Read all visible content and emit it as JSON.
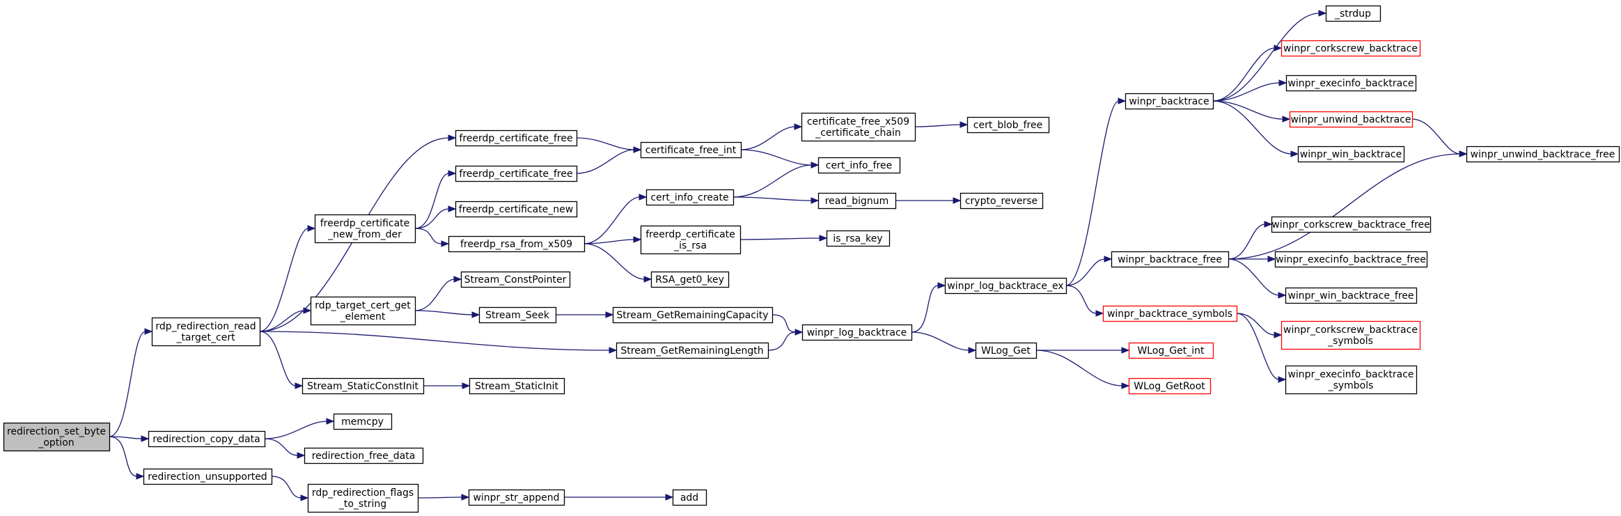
{
  "graph": {
    "colors": {
      "edge": "#191970",
      "node_border": "#000000",
      "node_border_missing": "#ff0000",
      "root_fill": "#bfbfbf",
      "background": "#ffffff"
    },
    "nodes": [
      {
        "id": "redirection_set_byte_option",
        "lines": [
          "redirection_set_byte",
          "_option"
        ],
        "kind": "root"
      },
      {
        "id": "rdp_redirection_read_target_cert",
        "lines": [
          "rdp_redirection_read",
          "_target_cert"
        ],
        "kind": "normal"
      },
      {
        "id": "redirection_copy_data",
        "lines": [
          "redirection_copy_data"
        ],
        "kind": "normal"
      },
      {
        "id": "redirection_unsupported",
        "lines": [
          "redirection_unsupported"
        ],
        "kind": "normal"
      },
      {
        "id": "freerdp_certificate_free_1",
        "lines": [
          "freerdp_certificate_free"
        ],
        "kind": "normal"
      },
      {
        "id": "freerdp_certificate_new_from_der",
        "lines": [
          "freerdp_certificate",
          "_new_from_der"
        ],
        "kind": "normal"
      },
      {
        "id": "rdp_target_cert_get_element",
        "lines": [
          "rdp_target_cert_get",
          "_element"
        ],
        "kind": "normal"
      },
      {
        "id": "stream_staticconstinit",
        "lines": [
          "Stream_StaticConstInit"
        ],
        "kind": "normal"
      },
      {
        "id": "memcpy",
        "lines": [
          "memcpy"
        ],
        "kind": "normal"
      },
      {
        "id": "redirection_free_data",
        "lines": [
          "redirection_free_data"
        ],
        "kind": "normal"
      },
      {
        "id": "rdp_redirection_flags_to_string",
        "lines": [
          "rdp_redirection_flags",
          "_to_string"
        ],
        "kind": "normal"
      },
      {
        "id": "freerdp_certificate_free_2",
        "lines": [
          "freerdp_certificate_free"
        ],
        "kind": "normal"
      },
      {
        "id": "freerdp_certificate_new",
        "lines": [
          "freerdp_certificate_new"
        ],
        "kind": "normal"
      },
      {
        "id": "freerdp_rsa_from_x509",
        "lines": [
          "freerdp_rsa_from_x509"
        ],
        "kind": "normal"
      },
      {
        "id": "stream_constpointer",
        "lines": [
          "Stream_ConstPointer"
        ],
        "kind": "normal"
      },
      {
        "id": "stream_seek",
        "lines": [
          "Stream_Seek"
        ],
        "kind": "normal"
      },
      {
        "id": "stream_staticinit",
        "lines": [
          "Stream_StaticInit"
        ],
        "kind": "normal"
      },
      {
        "id": "winpr_str_append",
        "lines": [
          "winpr_str_append"
        ],
        "kind": "normal"
      },
      {
        "id": "add",
        "lines": [
          "add"
        ],
        "kind": "normal"
      },
      {
        "id": "certificate_free_int",
        "lines": [
          "certificate_free_int"
        ],
        "kind": "normal"
      },
      {
        "id": "cert_info_create",
        "lines": [
          "cert_info_create"
        ],
        "kind": "normal"
      },
      {
        "id": "freerdp_certificate_is_rsa",
        "lines": [
          "freerdp_certificate",
          "_is_rsa"
        ],
        "kind": "normal"
      },
      {
        "id": "rsa_get0_key",
        "lines": [
          "RSA_get0_key"
        ],
        "kind": "normal"
      },
      {
        "id": "stream_getremainingcapacity",
        "lines": [
          "Stream_GetRemainingCapacity"
        ],
        "kind": "normal"
      },
      {
        "id": "stream_getremaininglength",
        "lines": [
          "Stream_GetRemainingLength"
        ],
        "kind": "normal"
      },
      {
        "id": "certificate_free_x509_certificate_chain",
        "lines": [
          "certificate_free_x509",
          "_certificate_chain"
        ],
        "kind": "normal"
      },
      {
        "id": "cert_info_free",
        "lines": [
          "cert_info_free"
        ],
        "kind": "normal"
      },
      {
        "id": "read_bignum",
        "lines": [
          "read_bignum"
        ],
        "kind": "normal"
      },
      {
        "id": "is_rsa_key",
        "lines": [
          "is_rsa_key"
        ],
        "kind": "normal"
      },
      {
        "id": "winpr_log_backtrace",
        "lines": [
          "winpr_log_backtrace"
        ],
        "kind": "normal"
      },
      {
        "id": "cert_blob_free",
        "lines": [
          "cert_blob_free"
        ],
        "kind": "normal"
      },
      {
        "id": "crypto_reverse",
        "lines": [
          "crypto_reverse"
        ],
        "kind": "normal"
      },
      {
        "id": "winpr_log_backtrace_ex",
        "lines": [
          "winpr_log_backtrace_ex"
        ],
        "kind": "normal"
      },
      {
        "id": "wlog_get",
        "lines": [
          "WLog_Get"
        ],
        "kind": "normal"
      },
      {
        "id": "winpr_backtrace",
        "lines": [
          "winpr_backtrace"
        ],
        "kind": "normal"
      },
      {
        "id": "winpr_backtrace_free",
        "lines": [
          "winpr_backtrace_free"
        ],
        "kind": "normal"
      },
      {
        "id": "winpr_backtrace_symbols",
        "lines": [
          "winpr_backtrace_symbols"
        ],
        "kind": "red"
      },
      {
        "id": "wlog_get_int",
        "lines": [
          "WLog_Get_int"
        ],
        "kind": "red"
      },
      {
        "id": "wlog_getroot",
        "lines": [
          "WLog_GetRoot"
        ],
        "kind": "red"
      },
      {
        "id": "strdup",
        "lines": [
          "_strdup"
        ],
        "kind": "normal"
      },
      {
        "id": "winpr_corkscrew_backtrace",
        "lines": [
          "winpr_corkscrew_backtrace"
        ],
        "kind": "red"
      },
      {
        "id": "winpr_execinfo_backtrace",
        "lines": [
          "winpr_execinfo_backtrace"
        ],
        "kind": "normal"
      },
      {
        "id": "winpr_unwind_backtrace",
        "lines": [
          "winpr_unwind_backtrace"
        ],
        "kind": "red"
      },
      {
        "id": "winpr_win_backtrace",
        "lines": [
          "winpr_win_backtrace"
        ],
        "kind": "normal"
      },
      {
        "id": "winpr_corkscrew_backtrace_free",
        "lines": [
          "winpr_corkscrew_backtrace_free"
        ],
        "kind": "normal"
      },
      {
        "id": "winpr_execinfo_backtrace_free",
        "lines": [
          "winpr_execinfo_backtrace_free"
        ],
        "kind": "normal"
      },
      {
        "id": "winpr_win_backtrace_free",
        "lines": [
          "winpr_win_backtrace_free"
        ],
        "kind": "normal"
      },
      {
        "id": "winpr_corkscrew_backtrace_symbols",
        "lines": [
          "winpr_corkscrew_backtrace",
          "_symbols"
        ],
        "kind": "red"
      },
      {
        "id": "winpr_execinfo_backtrace_symbols",
        "lines": [
          "winpr_execinfo_backtrace",
          "_symbols"
        ],
        "kind": "normal"
      },
      {
        "id": "winpr_unwind_backtrace_free",
        "lines": [
          "winpr_unwind_backtrace_free"
        ],
        "kind": "normal"
      }
    ],
    "edges": [
      [
        "redirection_set_byte_option",
        "rdp_redirection_read_target_cert"
      ],
      [
        "redirection_set_byte_option",
        "redirection_copy_data"
      ],
      [
        "redirection_set_byte_option",
        "redirection_unsupported"
      ],
      [
        "rdp_redirection_read_target_cert",
        "freerdp_certificate_free_1"
      ],
      [
        "rdp_redirection_read_target_cert",
        "freerdp_certificate_new_from_der"
      ],
      [
        "rdp_redirection_read_target_cert",
        "rdp_target_cert_get_element"
      ],
      [
        "rdp_redirection_read_target_cert",
        "stream_staticconstinit"
      ],
      [
        "rdp_redirection_read_target_cert",
        "stream_getremaininglength"
      ],
      [
        "redirection_copy_data",
        "memcpy"
      ],
      [
        "redirection_copy_data",
        "redirection_free_data"
      ],
      [
        "redirection_unsupported",
        "rdp_redirection_flags_to_string"
      ],
      [
        "freerdp_certificate_free_1",
        "certificate_free_int"
      ],
      [
        "freerdp_certificate_new_from_der",
        "freerdp_certificate_free_2"
      ],
      [
        "freerdp_certificate_new_from_der",
        "freerdp_certificate_new"
      ],
      [
        "freerdp_certificate_new_from_der",
        "freerdp_rsa_from_x509"
      ],
      [
        "freerdp_certificate_free_2",
        "certificate_free_int"
      ],
      [
        "rdp_target_cert_get_element",
        "stream_constpointer"
      ],
      [
        "rdp_target_cert_get_element",
        "stream_seek"
      ],
      [
        "stream_staticconstinit",
        "stream_staticinit"
      ],
      [
        "rdp_redirection_flags_to_string",
        "winpr_str_append"
      ],
      [
        "winpr_str_append",
        "add"
      ],
      [
        "freerdp_rsa_from_x509",
        "cert_info_create"
      ],
      [
        "freerdp_rsa_from_x509",
        "freerdp_certificate_is_rsa"
      ],
      [
        "freerdp_rsa_from_x509",
        "rsa_get0_key"
      ],
      [
        "stream_seek",
        "stream_getremainingcapacity"
      ],
      [
        "certificate_free_int",
        "certificate_free_x509_certificate_chain"
      ],
      [
        "certificate_free_int",
        "cert_info_free"
      ],
      [
        "cert_info_create",
        "cert_info_free"
      ],
      [
        "cert_info_create",
        "read_bignum"
      ],
      [
        "freerdp_certificate_is_rsa",
        "is_rsa_key"
      ],
      [
        "stream_getremainingcapacity",
        "winpr_log_backtrace"
      ],
      [
        "stream_getremaininglength",
        "winpr_log_backtrace"
      ],
      [
        "certificate_free_x509_certificate_chain",
        "cert_blob_free"
      ],
      [
        "read_bignum",
        "crypto_reverse"
      ],
      [
        "winpr_log_backtrace",
        "winpr_log_backtrace_ex"
      ],
      [
        "winpr_log_backtrace",
        "wlog_get"
      ],
      [
        "winpr_log_backtrace_ex",
        "winpr_backtrace"
      ],
      [
        "winpr_log_backtrace_ex",
        "winpr_backtrace_free"
      ],
      [
        "winpr_log_backtrace_ex",
        "winpr_backtrace_symbols"
      ],
      [
        "wlog_get",
        "wlog_get_int"
      ],
      [
        "wlog_get",
        "wlog_getroot"
      ],
      [
        "winpr_backtrace",
        "strdup"
      ],
      [
        "winpr_backtrace",
        "winpr_corkscrew_backtrace"
      ],
      [
        "winpr_backtrace",
        "winpr_execinfo_backtrace"
      ],
      [
        "winpr_backtrace",
        "winpr_unwind_backtrace"
      ],
      [
        "winpr_backtrace",
        "winpr_win_backtrace"
      ],
      [
        "winpr_backtrace_free",
        "winpr_unwind_backtrace_free"
      ],
      [
        "winpr_backtrace_free",
        "winpr_corkscrew_backtrace_free"
      ],
      [
        "winpr_backtrace_free",
        "winpr_execinfo_backtrace_free"
      ],
      [
        "winpr_backtrace_free",
        "winpr_win_backtrace_free"
      ],
      [
        "winpr_backtrace_symbols",
        "winpr_corkscrew_backtrace_symbols"
      ],
      [
        "winpr_backtrace_symbols",
        "winpr_execinfo_backtrace_symbols"
      ],
      [
        "winpr_unwind_backtrace",
        "winpr_unwind_backtrace_free"
      ]
    ]
  }
}
